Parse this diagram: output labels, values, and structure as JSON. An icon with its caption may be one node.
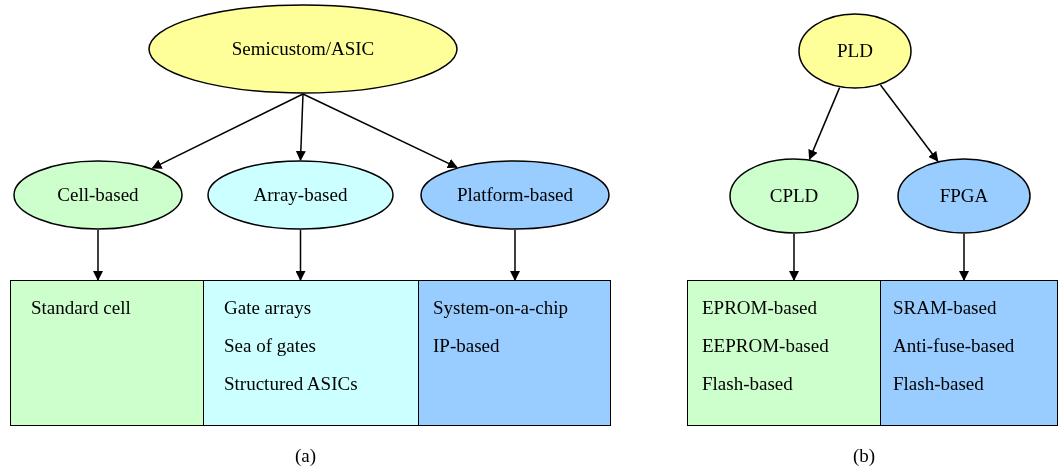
{
  "diagram": {
    "nodes": [
      {
        "text": [
          "Semicustom/ASIC"
        ]
      },
      {
        "text": [
          "Cell-based"
        ]
      },
      {
        "text": [
          "Array-based"
        ]
      },
      {
        "text": [
          "Platform-based"
        ]
      },
      {
        "text": [
          "Standard cell"
        ]
      },
      {
        "text": [
          "Gate arrays",
          "Sea of gates",
          "Structured ASICs"
        ]
      },
      {
        "text": [
          "System-on-a-chip",
          "IP-based"
        ]
      },
      {
        "text": [
          "PLD"
        ]
      },
      {
        "text": [
          "CPLD"
        ]
      },
      {
        "text": [
          "FPGA"
        ]
      },
      {
        "text": [
          "EPROM-based",
          "EEPROM-based",
          "Flash-based"
        ]
      },
      {
        "text": [
          "SRAM-based",
          "Anti-fuse-based",
          "Flash-based"
        ]
      }
    ],
    "edges": [
      {
        "from": 0,
        "to": 1,
        "arrow": "to"
      },
      {
        "from": 0,
        "to": 2,
        "arrow": "to"
      },
      {
        "from": 0,
        "to": 3,
        "arrow": "to"
      },
      {
        "from": 1,
        "to": 4,
        "arrow": "to"
      },
      {
        "from": 2,
        "to": 5,
        "arrow": "to"
      },
      {
        "from": 3,
        "to": 6,
        "arrow": "to"
      },
      {
        "from": 7,
        "to": 8,
        "arrow": "to"
      },
      {
        "from": 7,
        "to": 9,
        "arrow": "to"
      },
      {
        "from": 8,
        "to": 10,
        "arrow": "to"
      },
      {
        "from": 9,
        "to": 11,
        "arrow": "to"
      }
    ],
    "labels": [
      "(a)",
      "(b)"
    ]
  }
}
